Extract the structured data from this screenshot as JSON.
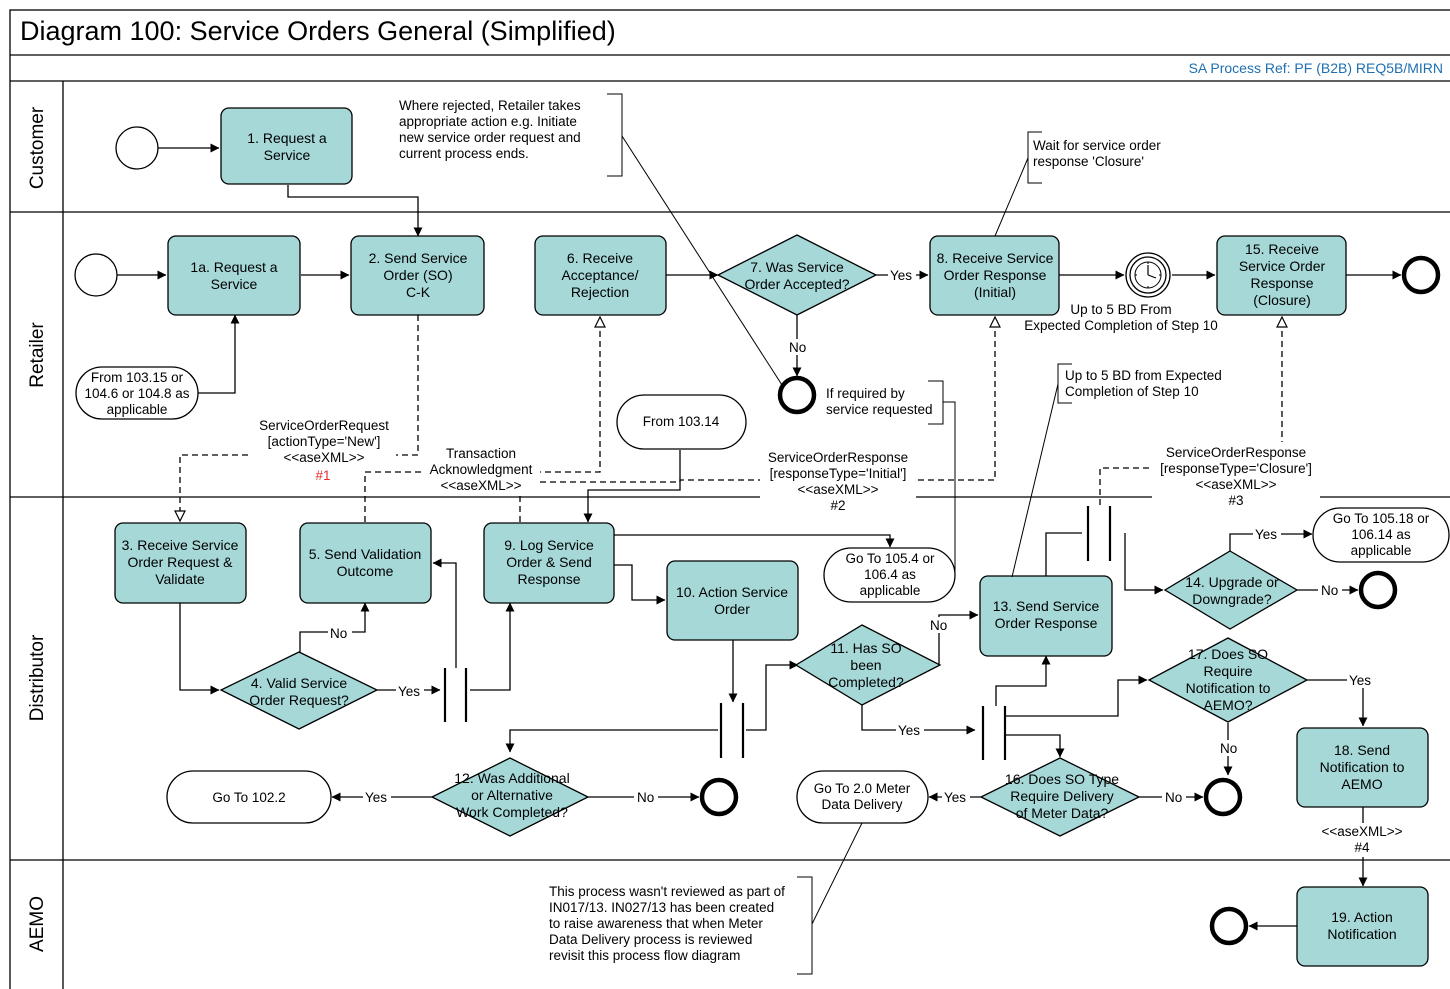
{
  "diagram": {
    "title": "Diagram 100: Service Orders General (Simplified)",
    "process_ref": "SA Process Ref: PF (B2B) REQ5B/MIRN"
  },
  "lanes": [
    "Customer",
    "Retailer",
    "Distributor",
    "AEMO"
  ],
  "tasks": {
    "t1": [
      "1. Request a",
      "Service"
    ],
    "t1a": [
      "1a. Request a",
      "Service"
    ],
    "t2": [
      "2. Send Service",
      "Order (SO)",
      "C-K"
    ],
    "t3": [
      "3. Receive Service",
      "Order Request &",
      "Validate"
    ],
    "t5": [
      "5. Send Validation",
      "Outcome"
    ],
    "t6": [
      "6. Receive",
      "Acceptance/",
      "Rejection"
    ],
    "t8": [
      "8. Receive Service",
      "Order Response",
      "(Initial)"
    ],
    "t9": [
      "9. Log Service",
      "Order & Send",
      "Response"
    ],
    "t10": [
      "10. Action Service",
      "Order"
    ],
    "t13": [
      "13. Send Service",
      "Order Response"
    ],
    "t15": [
      "15. Receive",
      "Service Order",
      "Response",
      "(Closure)"
    ],
    "t18": [
      "18. Send",
      "Notification to",
      "AEMO"
    ],
    "t19": [
      "19. Action",
      "Notification"
    ]
  },
  "decisions": {
    "d4": [
      "4. Valid Service",
      "Order Request?"
    ],
    "d7": [
      "7. Was Service",
      "Order Accepted?"
    ],
    "d11": [
      "11. Has SO",
      "been",
      "Completed?"
    ],
    "d12": [
      "12. Was Additional",
      "or Alternative",
      "Work Completed?"
    ],
    "d14": [
      "14. Upgrade or",
      "Downgrade?"
    ],
    "d16": [
      "16. Does SO Type",
      "Require Delivery",
      "of Meter Data?"
    ],
    "d17": [
      "17. Does SO",
      "Require",
      "Notification to",
      "AEMO?"
    ]
  },
  "terminators": {
    "from_103_15": [
      "From 103.15 or",
      "104.6 or 104.8 as",
      "applicable"
    ],
    "from_103_14": [
      "From 103.14"
    ],
    "goto_105_4": [
      "Go To 105.4 or",
      "106.4 as",
      "applicable"
    ],
    "goto_105_18": [
      "Go To 105.18 or",
      "106.14 as",
      "applicable"
    ],
    "goto_102_2": [
      "Go To 102.2"
    ],
    "goto_2_0": [
      "Go To 2.0 Meter",
      "Data Delivery"
    ]
  },
  "flow_labels": {
    "yes": "Yes",
    "no": "No"
  },
  "messages": {
    "m1": [
      "ServiceOrderRequest",
      "[actionType='New']",
      "<<aseXML>>"
    ],
    "m1_ref": "#1",
    "ack": [
      "Transaction",
      "Acknowledgment",
      "<<aseXML>>"
    ],
    "m2": [
      "ServiceOrderResponse",
      "[responseType='Initial']",
      "<<aseXML>>",
      "#2"
    ],
    "m3": [
      "ServiceOrderResponse",
      "[responseType='Closure']",
      "<<aseXML>>",
      "#3"
    ],
    "m4": [
      "<<aseXML>>",
      "#4"
    ]
  },
  "annotations": {
    "rejected": [
      "Where rejected, Retailer takes",
      "appropriate action e.g. Initiate",
      "new service order request and",
      "current process ends."
    ],
    "wait_closure": [
      "Wait for service order",
      "response 'Closure'"
    ],
    "if_required": [
      "If required by",
      "service requested"
    ],
    "up_to_5bd_a": [
      "Up to 5 BD From",
      "Expected Completion of Step 10"
    ],
    "up_to_5bd_b": [
      "Up to 5 BD from Expected",
      "Completion of Step 10"
    ],
    "not_reviewed": [
      "This process wasn't reviewed as part of",
      "IN017/13. IN027/13 has been created",
      "to raise awareness that when Meter",
      "Data Delivery process is reviewed",
      "revisit this process flow diagram"
    ]
  }
}
